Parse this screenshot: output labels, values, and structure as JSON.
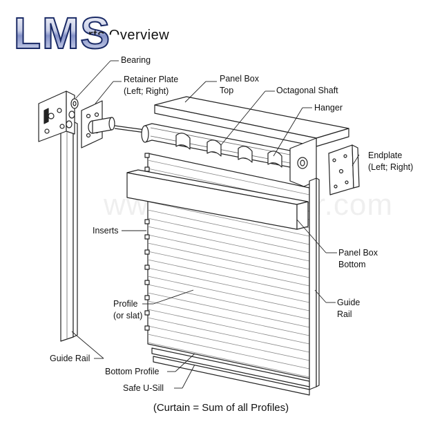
{
  "header": {
    "logo": "LMS",
    "title": "Parts Overview",
    "title_visible_fragment": "verview"
  },
  "labels": {
    "bearing": "Bearing",
    "retainer_plate": "Retainer Plate\n(Left; Right)",
    "panel_box_top": "Panel Box\nTop",
    "octagonal_shaft": "Octagonal Shaft",
    "hanger": "Hanger",
    "endplate": "Endplate\n(Left; Right)",
    "inserts": "Inserts",
    "panel_box_bottom": "Panel Box\nBottom",
    "profile": "Profile\n(or slat)",
    "guide_rail_right": "Guide\nRail",
    "guide_rail_left": "Guide Rail",
    "bottom_profile": "Bottom Profile",
    "safe_u_sill": "Safe U-Sill"
  },
  "caption": "(Curtain = Sum of all Profiles)",
  "watermark": "www.lmsshutter.com",
  "colors": {
    "line": "#222222",
    "logo_outline": "#1a2a66",
    "logo_fill_top": "#ffffff",
    "logo_fill_bottom": "#5b6fb5"
  }
}
